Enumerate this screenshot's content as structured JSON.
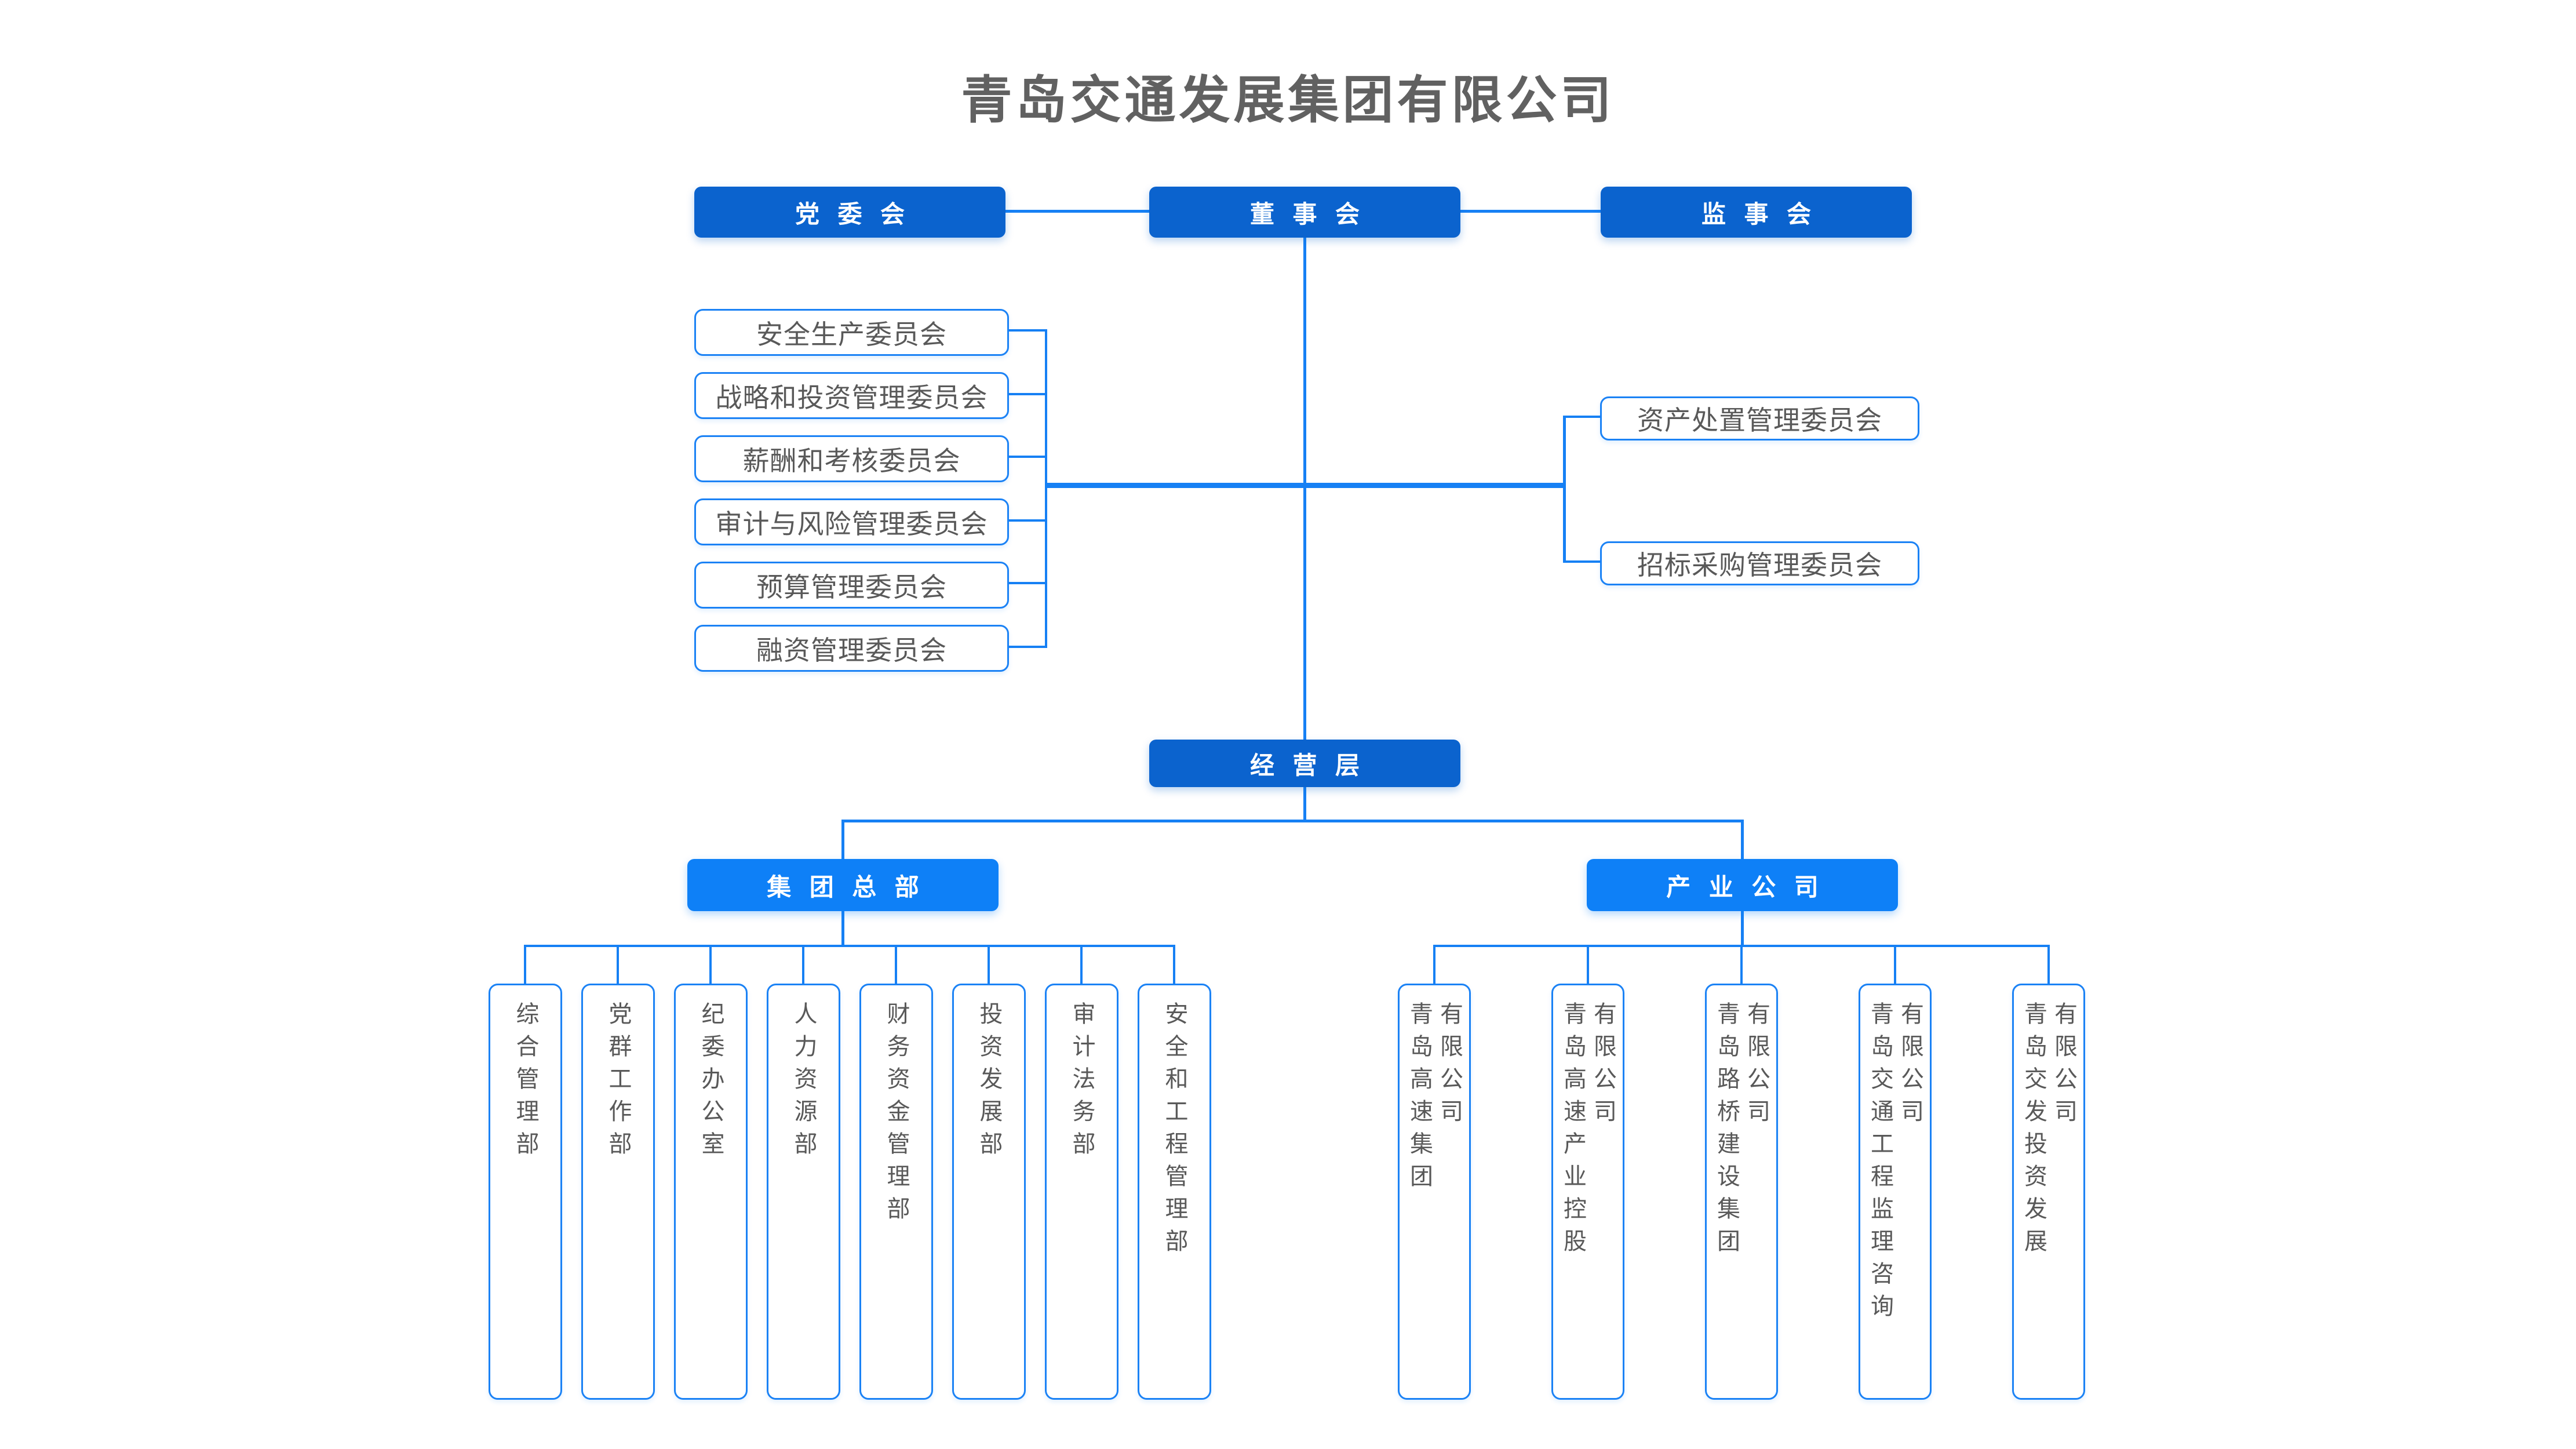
{
  "title": "青岛交通发展集团有限公司",
  "governance": {
    "party_committee": "党委会",
    "board": "董事会",
    "supervisory_board": "监事会"
  },
  "board_committees_left": [
    "安全生产委员会",
    "战略和投资管理委员会",
    "薪酬和考核委员会",
    "审计与风险管理委员会",
    "预算管理委员会",
    "融资管理委员会"
  ],
  "board_committees_right": [
    "资产处置管理委员会",
    "招标采购管理委员会"
  ],
  "management_layer": "经营层",
  "branches": {
    "headquarters": "集团总部",
    "industry": "产业公司"
  },
  "departments": [
    "综合管理部",
    "党群工作部",
    "纪委办公室",
    "人力资源部",
    "财务资金管理部",
    "投资发展部",
    "审计法务部",
    "安全和工程管理部"
  ],
  "companies": [
    {
      "name": "青岛高速集团",
      "suffix": "有限公司"
    },
    {
      "name": "青岛高速产业控股",
      "suffix": "有限公司"
    },
    {
      "name": "青岛路桥建设集团",
      "suffix": "有限公司"
    },
    {
      "name": "青岛交通工程监理咨询",
      "suffix": "有限公司"
    },
    {
      "name": "青岛交发投资发展",
      "suffix": "有限公司"
    }
  ],
  "colors": {
    "dark_node_fill": "#0b63ce",
    "bright_node_fill": "#0e80f7",
    "connector_blue": "#1680f4",
    "outline_border": "#1b82f5",
    "text_gray": "#595959",
    "title_gray": "#616161",
    "node_text": "#ffffff",
    "background": "#ffffff"
  }
}
